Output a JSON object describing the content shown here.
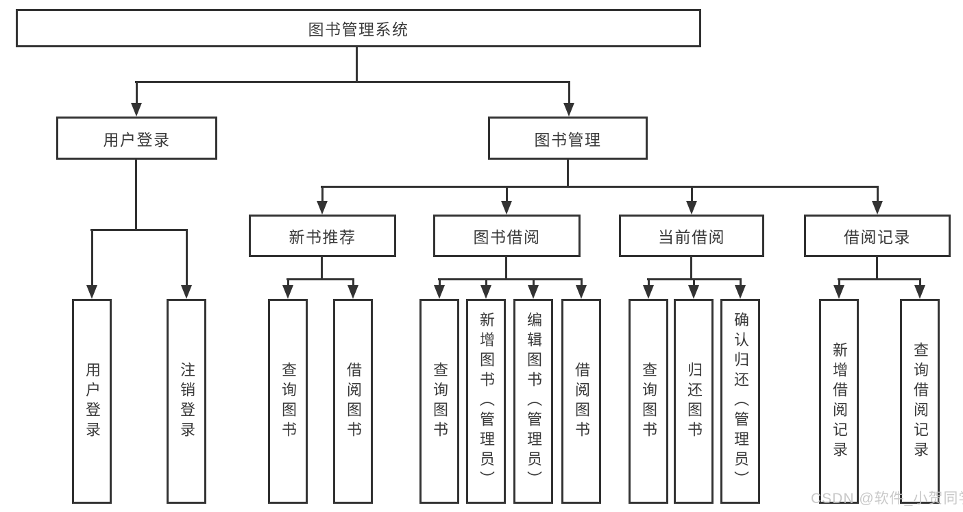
{
  "diagram_type": "hierarchy-tree",
  "root": {
    "label": "图书管理系统",
    "children": [
      {
        "label": "用户登录",
        "children": [
          {
            "label": "用户登录"
          },
          {
            "label": "注销登录"
          }
        ]
      },
      {
        "label": "图书管理",
        "children": [
          {
            "label": "新书推荐",
            "children": [
              {
                "label": "查询图书"
              },
              {
                "label": "借阅图书"
              }
            ]
          },
          {
            "label": "图书借阅",
            "children": [
              {
                "label": "查询图书"
              },
              {
                "label": "新增图书（管理员）"
              },
              {
                "label": "编辑图书（管理员）"
              },
              {
                "label": "借阅图书"
              }
            ]
          },
          {
            "label": "当前借阅",
            "children": [
              {
                "label": "查询图书"
              },
              {
                "label": "归还图书"
              },
              {
                "label": "确认归还（管理员）"
              }
            ]
          },
          {
            "label": "借阅记录",
            "children": [
              {
                "label": "新增借阅记录"
              },
              {
                "label": "查询借阅记录"
              }
            ]
          }
        ]
      }
    ]
  },
  "watermark": "CSDN @软件_小贺同学",
  "colors": {
    "line": "#333333",
    "text": "#3a3a3a",
    "watermark": "#c3c3c3",
    "background": "#ffffff"
  }
}
